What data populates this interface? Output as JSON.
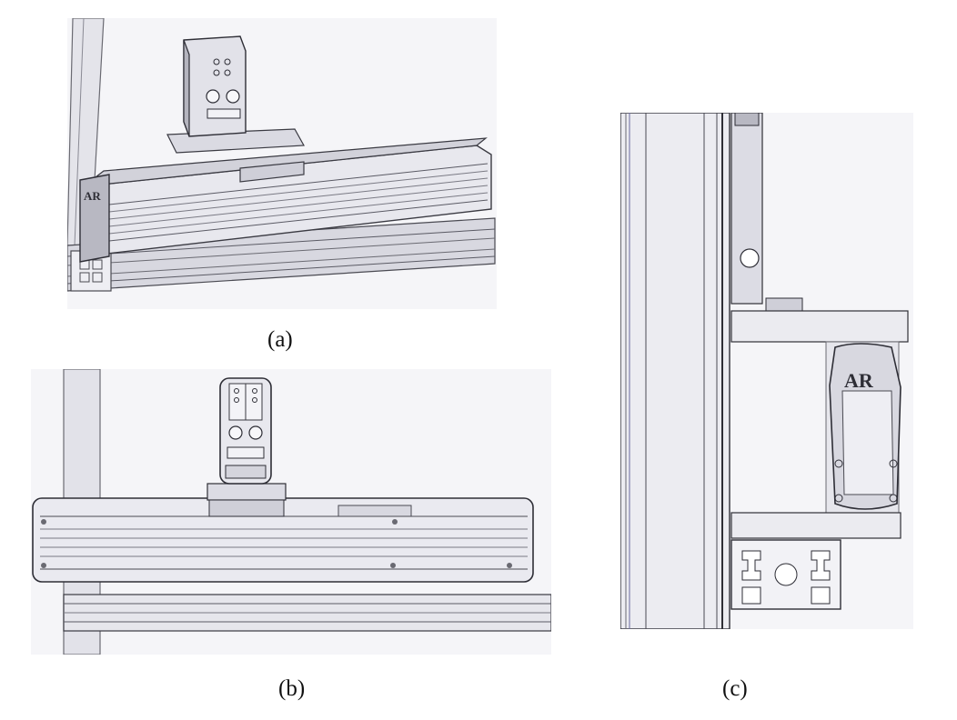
{
  "figure": {
    "panels": [
      {
        "id": "a",
        "caption": "(a)",
        "logo_text": "AR"
      },
      {
        "id": "b",
        "caption": "(b)"
      },
      {
        "id": "c",
        "caption": "(c)",
        "logo_text": "AR"
      }
    ]
  },
  "colors": {
    "frame": "#e6e6ee",
    "metal_light": "#e9e9ef",
    "metal_mid": "#c9c9d2",
    "metal_dark": "#8e8e98",
    "line": "#4a4a52"
  }
}
